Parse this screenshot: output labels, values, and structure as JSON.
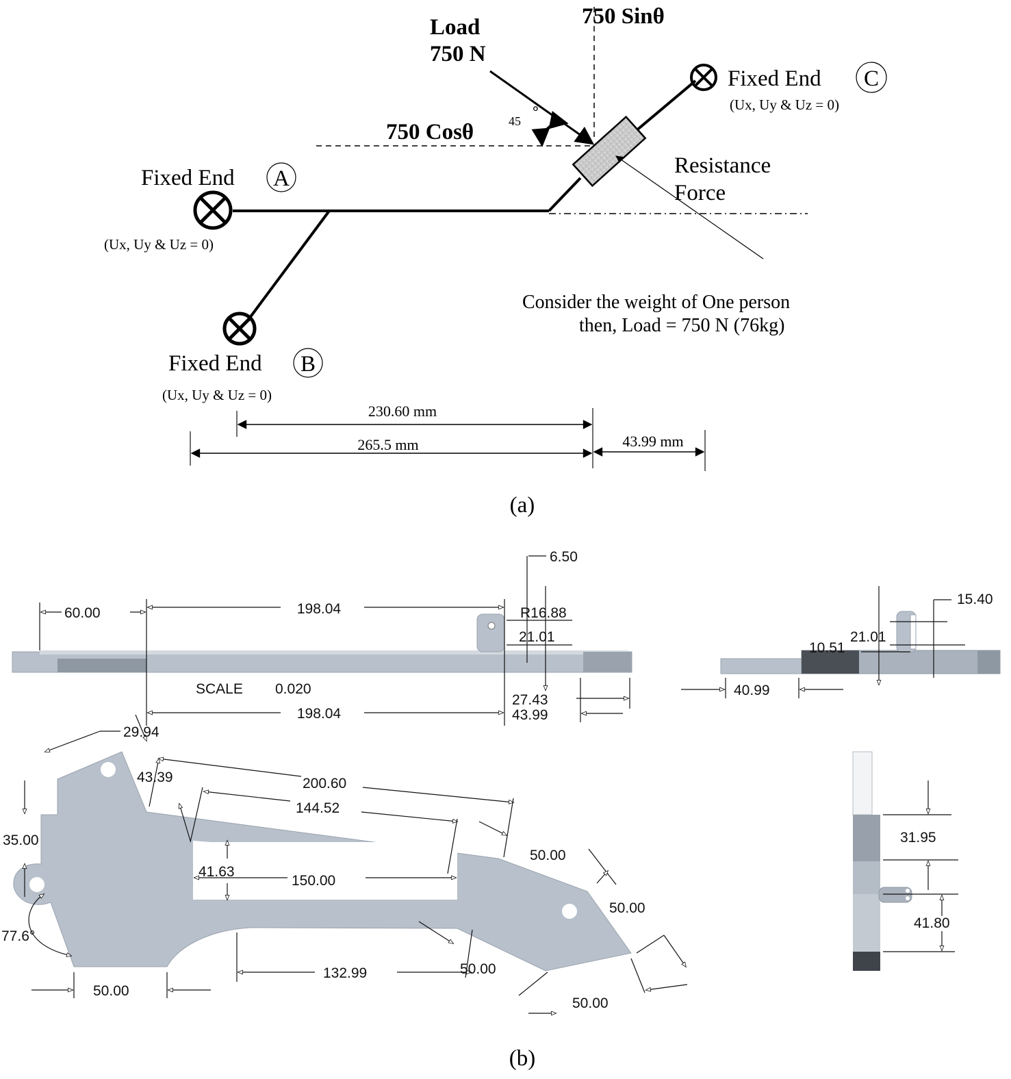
{
  "figure_a": {
    "load_label_line1": "Load",
    "load_label_line2": "750 N",
    "sin_label": "750 Sinθ",
    "cos_label": "750 Cosθ",
    "angle_label": "45",
    "angle_degree": "°",
    "fixed_end_a": "Fixed End",
    "fixed_end_a_letter": "A",
    "fixed_end_b": "Fixed End",
    "fixed_end_b_letter": "B",
    "fixed_end_c": "Fixed End",
    "fixed_end_c_letter": "C",
    "constraint": "(Ux, Uy & Uz = 0)",
    "resistance_line1": "Resistance",
    "resistance_line2": "Force",
    "note_line1": "Consider the weight of One person",
    "note_line2": "then, Load = 750 N (76kg)",
    "dim_230": "230.60 mm",
    "dim_265": "265.5 mm",
    "dim_43": "43.99 mm",
    "caption": "(a)"
  },
  "figure_b": {
    "top_view": {
      "dim_60": "60.00",
      "dim_198_top": "198.04",
      "dim_198_bottom": "198.04",
      "dim_650": "6.50",
      "radius": "R16.88",
      "dim_2101": "21.01",
      "dim_2743": "27.43",
      "dim_4399": "43.99",
      "scale_label": "SCALE",
      "scale_value": "0.020"
    },
    "side_view": {
      "dim_1540": "15.40",
      "dim_2101": "21.01",
      "dim_1051": "10.51",
      "dim_4099": "40.99"
    },
    "plan_view": {
      "dim_2994": "29.94",
      "dim_4339": "43.39",
      "dim_20060": "200.60",
      "dim_14452": "144.52",
      "dim_35": "35.00",
      "dim_4163": "41.63",
      "dim_150": "150.00",
      "dim_50_a": "50.00",
      "dim_50_b": "50.00",
      "dim_50_c": "50.00",
      "dim_50_d": "50.00",
      "dim_50_e": "50.00",
      "dim_13299": "132.99",
      "angle": "77.6°"
    },
    "end_view": {
      "dim_3195": "31.95",
      "dim_4180": "41.80"
    },
    "caption": "(b)"
  }
}
